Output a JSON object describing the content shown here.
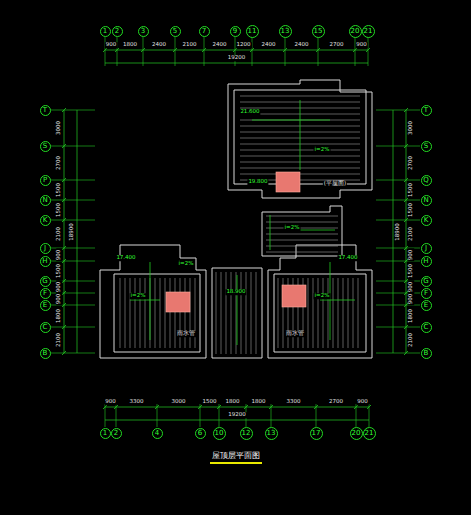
{
  "diagram": {
    "title": "屋顶层平面图",
    "nodes": [
      {
        "text": [
          "1"
        ]
      },
      {
        "text": [
          "2"
        ]
      },
      {
        "text": [
          "3"
        ]
      },
      {
        "text": [
          "5"
        ]
      },
      {
        "text": [
          "7"
        ]
      },
      {
        "text": [
          "9"
        ]
      },
      {
        "text": [
          "11"
        ]
      },
      {
        "text": [
          "13"
        ]
      },
      {
        "text": [
          "15"
        ]
      },
      {
        "text": [
          "20"
        ]
      },
      {
        "text": [
          "21"
        ]
      },
      {
        "text": [
          "T"
        ]
      },
      {
        "text": [
          "S"
        ]
      },
      {
        "text": [
          "P"
        ]
      },
      {
        "text": [
          "N"
        ]
      },
      {
        "text": [
          "K"
        ]
      },
      {
        "text": [
          "J"
        ]
      },
      {
        "text": [
          "H"
        ]
      },
      {
        "text": [
          "G"
        ]
      },
      {
        "text": [
          "F"
        ]
      },
      {
        "text": [
          "E"
        ]
      },
      {
        "text": [
          "C"
        ]
      },
      {
        "text": [
          "B"
        ]
      },
      {
        "text": [
          "T"
        ]
      },
      {
        "text": [
          "S"
        ]
      },
      {
        "text": [
          "Q"
        ]
      },
      {
        "text": [
          "N"
        ]
      },
      {
        "text": [
          "K"
        ]
      },
      {
        "text": [
          "J"
        ]
      },
      {
        "text": [
          "H"
        ]
      },
      {
        "text": [
          "G"
        ]
      },
      {
        "text": [
          "F"
        ]
      },
      {
        "text": [
          "E"
        ]
      },
      {
        "text": [
          "C"
        ]
      },
      {
        "text": [
          "B"
        ]
      },
      {
        "text": [
          "1"
        ]
      },
      {
        "text": [
          "2"
        ]
      },
      {
        "text": [
          "4"
        ]
      },
      {
        "text": [
          "6"
        ]
      },
      {
        "text": [
          "10"
        ]
      },
      {
        "text": [
          "12"
        ]
      },
      {
        "text": [
          "13"
        ]
      },
      {
        "text": [
          "17"
        ]
      },
      {
        "text": [
          "20"
        ]
      },
      {
        "text": [
          "21"
        ]
      }
    ],
    "labels": [
      "900",
      "1800",
      "2400",
      "2100",
      "2400",
      "1200",
      "2400",
      "2400",
      "2700",
      "900",
      "19200",
      "900",
      "3300",
      "3000",
      "1500",
      "1800",
      "1800",
      "3300",
      "2700",
      "900",
      "19200",
      "3000",
      "2700",
      "1500",
      "1500",
      "2100",
      "900",
      "1500",
      "900",
      "900",
      "1800",
      "2100",
      "18900",
      "3000",
      "2700",
      "1500",
      "1500",
      "2100",
      "900",
      "1500",
      "900",
      "900",
      "1800",
      "2100",
      "18900",
      "21.600",
      "i=2%",
      "19.800",
      "(平屋面)",
      "i=2%",
      "17.400",
      "i=2%",
      "i=2%",
      "18.900",
      "i=2%",
      "17.400",
      "雨水管",
      "雨水管"
    ]
  }
}
